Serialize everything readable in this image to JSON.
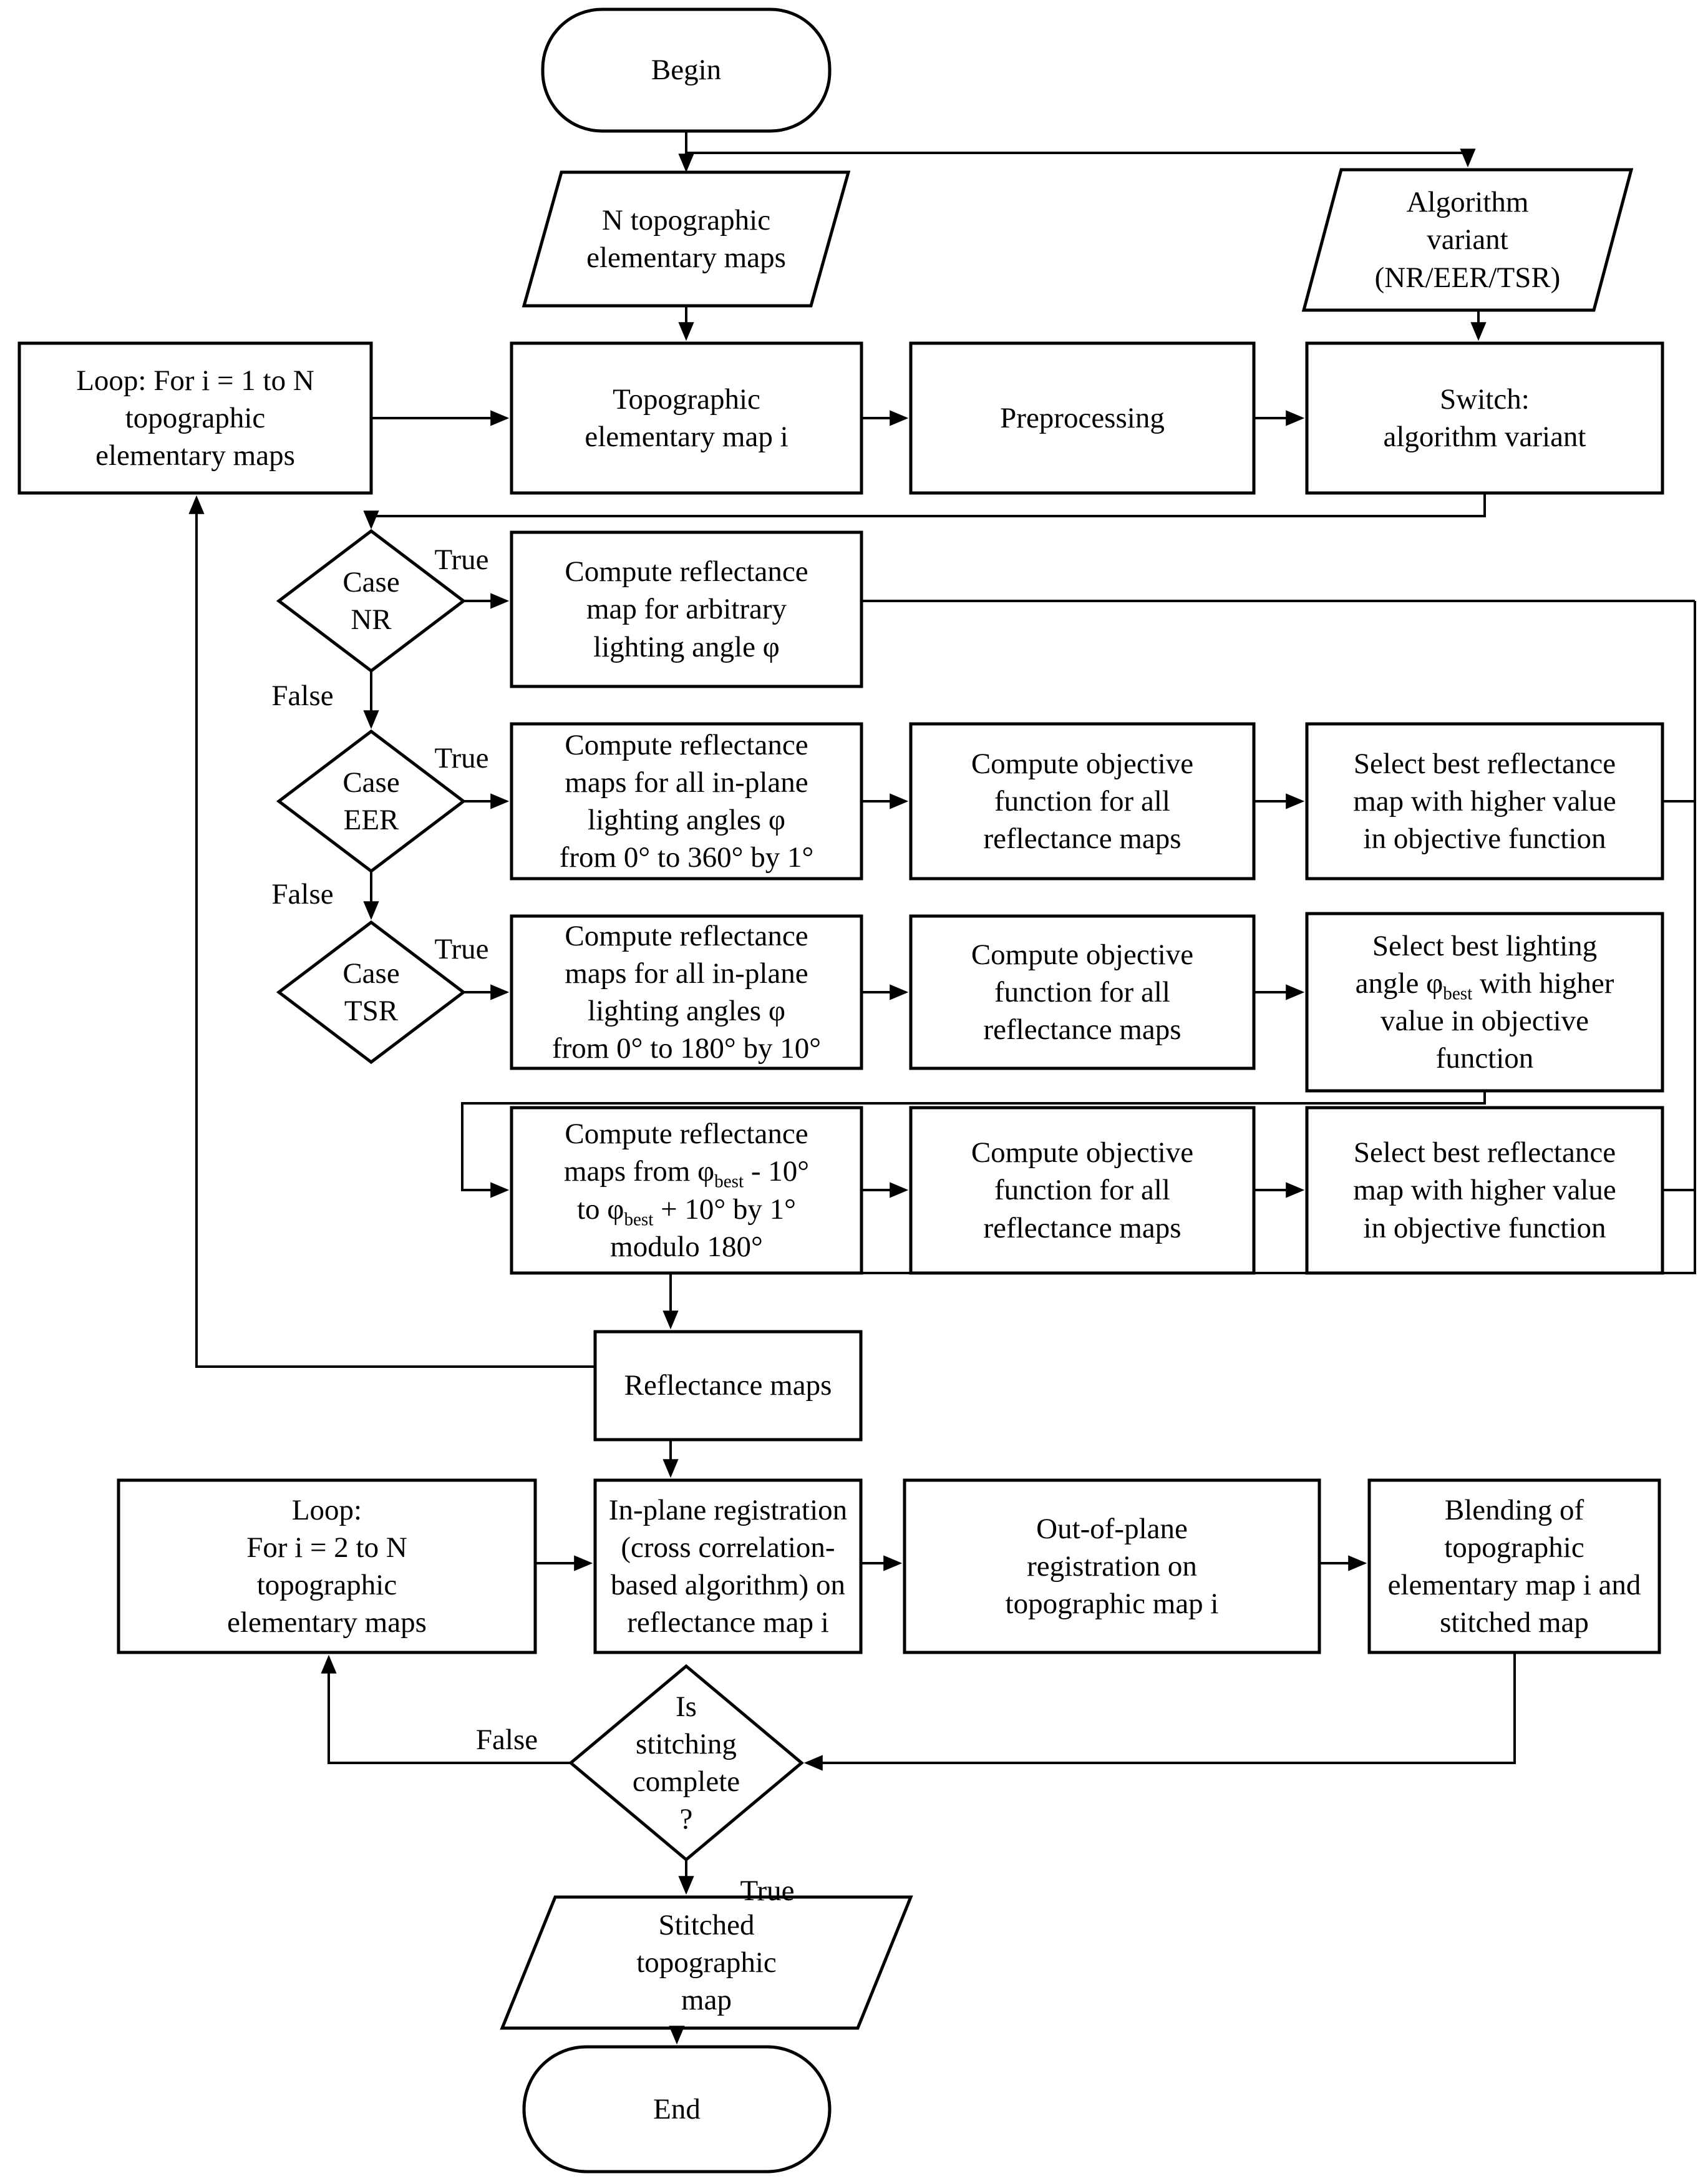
{
  "diagram": {
    "type": "flowchart",
    "colors": {
      "line": "#000000",
      "shape_fill": "#ffffff",
      "text": "#000000",
      "background": "#ffffff"
    }
  },
  "nodes": {
    "begin": {
      "type": "terminator",
      "label": "Begin"
    },
    "n_topo_maps": {
      "type": "data",
      "label": "N topographic\nelementary maps"
    },
    "algorithm_variant": {
      "type": "data",
      "label": "Algorithm\nvariant\n(NR/EER/TSR)"
    },
    "loop_1": {
      "type": "process",
      "label": "Loop: For i = 1 to N\ntopographic\nelementary maps"
    },
    "topo_map_i": {
      "type": "process",
      "label": "Topographic\nelementary map i"
    },
    "preprocessing": {
      "type": "process",
      "label": "Preprocessing"
    },
    "switch": {
      "type": "process",
      "label": "Switch:\nalgorithm variant"
    },
    "case_nr": {
      "type": "decision",
      "label": "Case\nNR"
    },
    "nr_compute": {
      "type": "process",
      "label": "Compute reflectance\nmap for arbitrary\nlighting angle φ"
    },
    "case_eer": {
      "type": "decision",
      "label": "Case\nEER"
    },
    "eer_compute": {
      "type": "process",
      "label": "Compute reflectance\nmaps for all in-plane\nlighting angles φ\nfrom 0° to 360° by 1°"
    },
    "eer_objective": {
      "type": "process",
      "label": "Compute objective\nfunction for all\nreflectance maps"
    },
    "eer_select": {
      "type": "process",
      "label": "Select best reflectance\nmap with higher value\nin objective function"
    },
    "case_tsr": {
      "type": "decision",
      "label": "Case\nTSR"
    },
    "tsr_compute": {
      "type": "process",
      "label": "Compute reflectance\nmaps for all in-plane\nlighting angles φ\nfrom 0° to 180° by 10°"
    },
    "tsr_objective": {
      "type": "process",
      "label": "Compute objective\nfunction for all\nreflectance maps"
    },
    "tsr_select": {
      "type": "process",
      "label": "Select best lighting\nangle φ{best} with higher\nvalue in objective\nfunction"
    },
    "refine_compute": {
      "type": "process",
      "label": "Compute reflectance\nmaps from φ{best} - 10°\nto φ{best} + 10° by 1°\nmodulo 180°"
    },
    "refine_objective": {
      "type": "process",
      "label": "Compute objective\nfunction for all\nreflectance maps"
    },
    "refine_select": {
      "type": "process",
      "label": "Select best reflectance\nmap with higher value\nin objective function"
    },
    "reflectance_maps": {
      "type": "process",
      "label": "Reflectance maps"
    },
    "loop_2": {
      "type": "process",
      "label": "Loop:\nFor i = 2 to N\ntopographic\nelementary maps"
    },
    "inplane_reg": {
      "type": "process",
      "label": "In-plane registration\n(cross correlation-\nbased algorithm) on\nreflectance map i"
    },
    "outofplane_reg": {
      "type": "process",
      "label": "Out-of-plane\nregistration on\ntopographic map i"
    },
    "blending": {
      "type": "process",
      "label": "Blending of\ntopographic\nelementary map i and\nstitched map"
    },
    "is_complete": {
      "type": "decision",
      "label": "Is\nstitching\ncomplete\n?"
    },
    "stitched_map": {
      "type": "data",
      "label": "Stitched\ntopographic\nmap"
    },
    "end": {
      "type": "terminator",
      "label": "End"
    }
  },
  "edge_labels": {
    "nr_true": "True",
    "nr_false": "False",
    "eer_true": "True",
    "eer_false": "False",
    "tsr_true": "True",
    "stitch_false": "False",
    "stitch_true": "True"
  }
}
